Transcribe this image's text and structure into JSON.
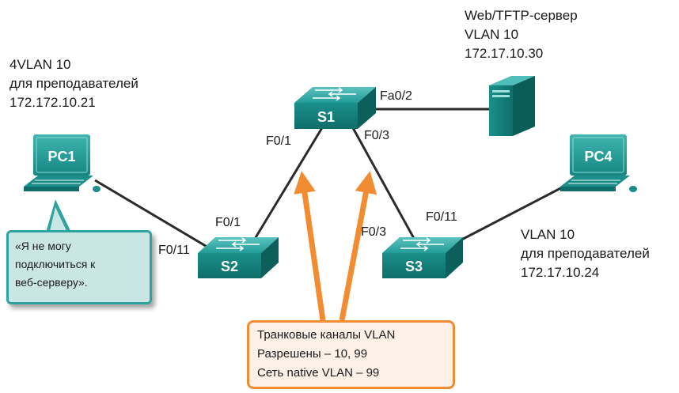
{
  "pc1": {
    "name": "PC1",
    "info": [
      "4VLAN 10",
      "для преподавателей",
      "172.172.10.21"
    ]
  },
  "pc4": {
    "name": "PC4",
    "info": [
      "VLAN 10",
      "для преподавателей",
      "172.17.10.24"
    ]
  },
  "server": {
    "info": [
      "Web/TFTP-сервер",
      "VLAN 10",
      "172.17.10.30"
    ]
  },
  "switches": {
    "s1": "S1",
    "s2": "S2",
    "s3": "S3"
  },
  "ports": {
    "s1_fa02": "Fa0/2",
    "s1_f01": "F0/1",
    "s1_f03": "F0/3",
    "s2_f01": "F0/1",
    "s2_f011": "F0/11",
    "s3_f03": "F0/3",
    "s3_f011": "F0/11"
  },
  "callout": {
    "lines": [
      "«Я не могу",
      "подключиться к",
      "веб-серверу»."
    ]
  },
  "trunk_note": {
    "lines": [
      "Транковые каналы VLAN",
      "Разрешены – 10, 99",
      "Сеть native VLAN – 99"
    ]
  },
  "colors": {
    "device": "#1f9a95",
    "device_dark": "#12706c",
    "arrow": "#f28c32",
    "link": "#2b2b2b"
  }
}
